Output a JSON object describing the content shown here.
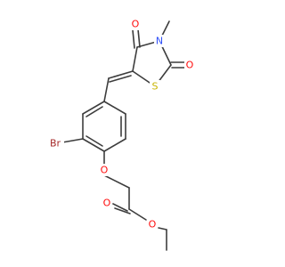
{
  "colors": {
    "bond": "#3d3d3d",
    "O": "#ff0d0d",
    "N": "#3050f8",
    "S": "#c8b400",
    "Br": "#a62929",
    "C": "#3d3d3d"
  },
  "labels": {
    "o_top": "O",
    "n_ring": "N",
    "o_right": "O",
    "s_ring": "S",
    "br": "Br",
    "o_ether": "O",
    "o_carbonyl": "O",
    "o_ester": "O"
  }
}
